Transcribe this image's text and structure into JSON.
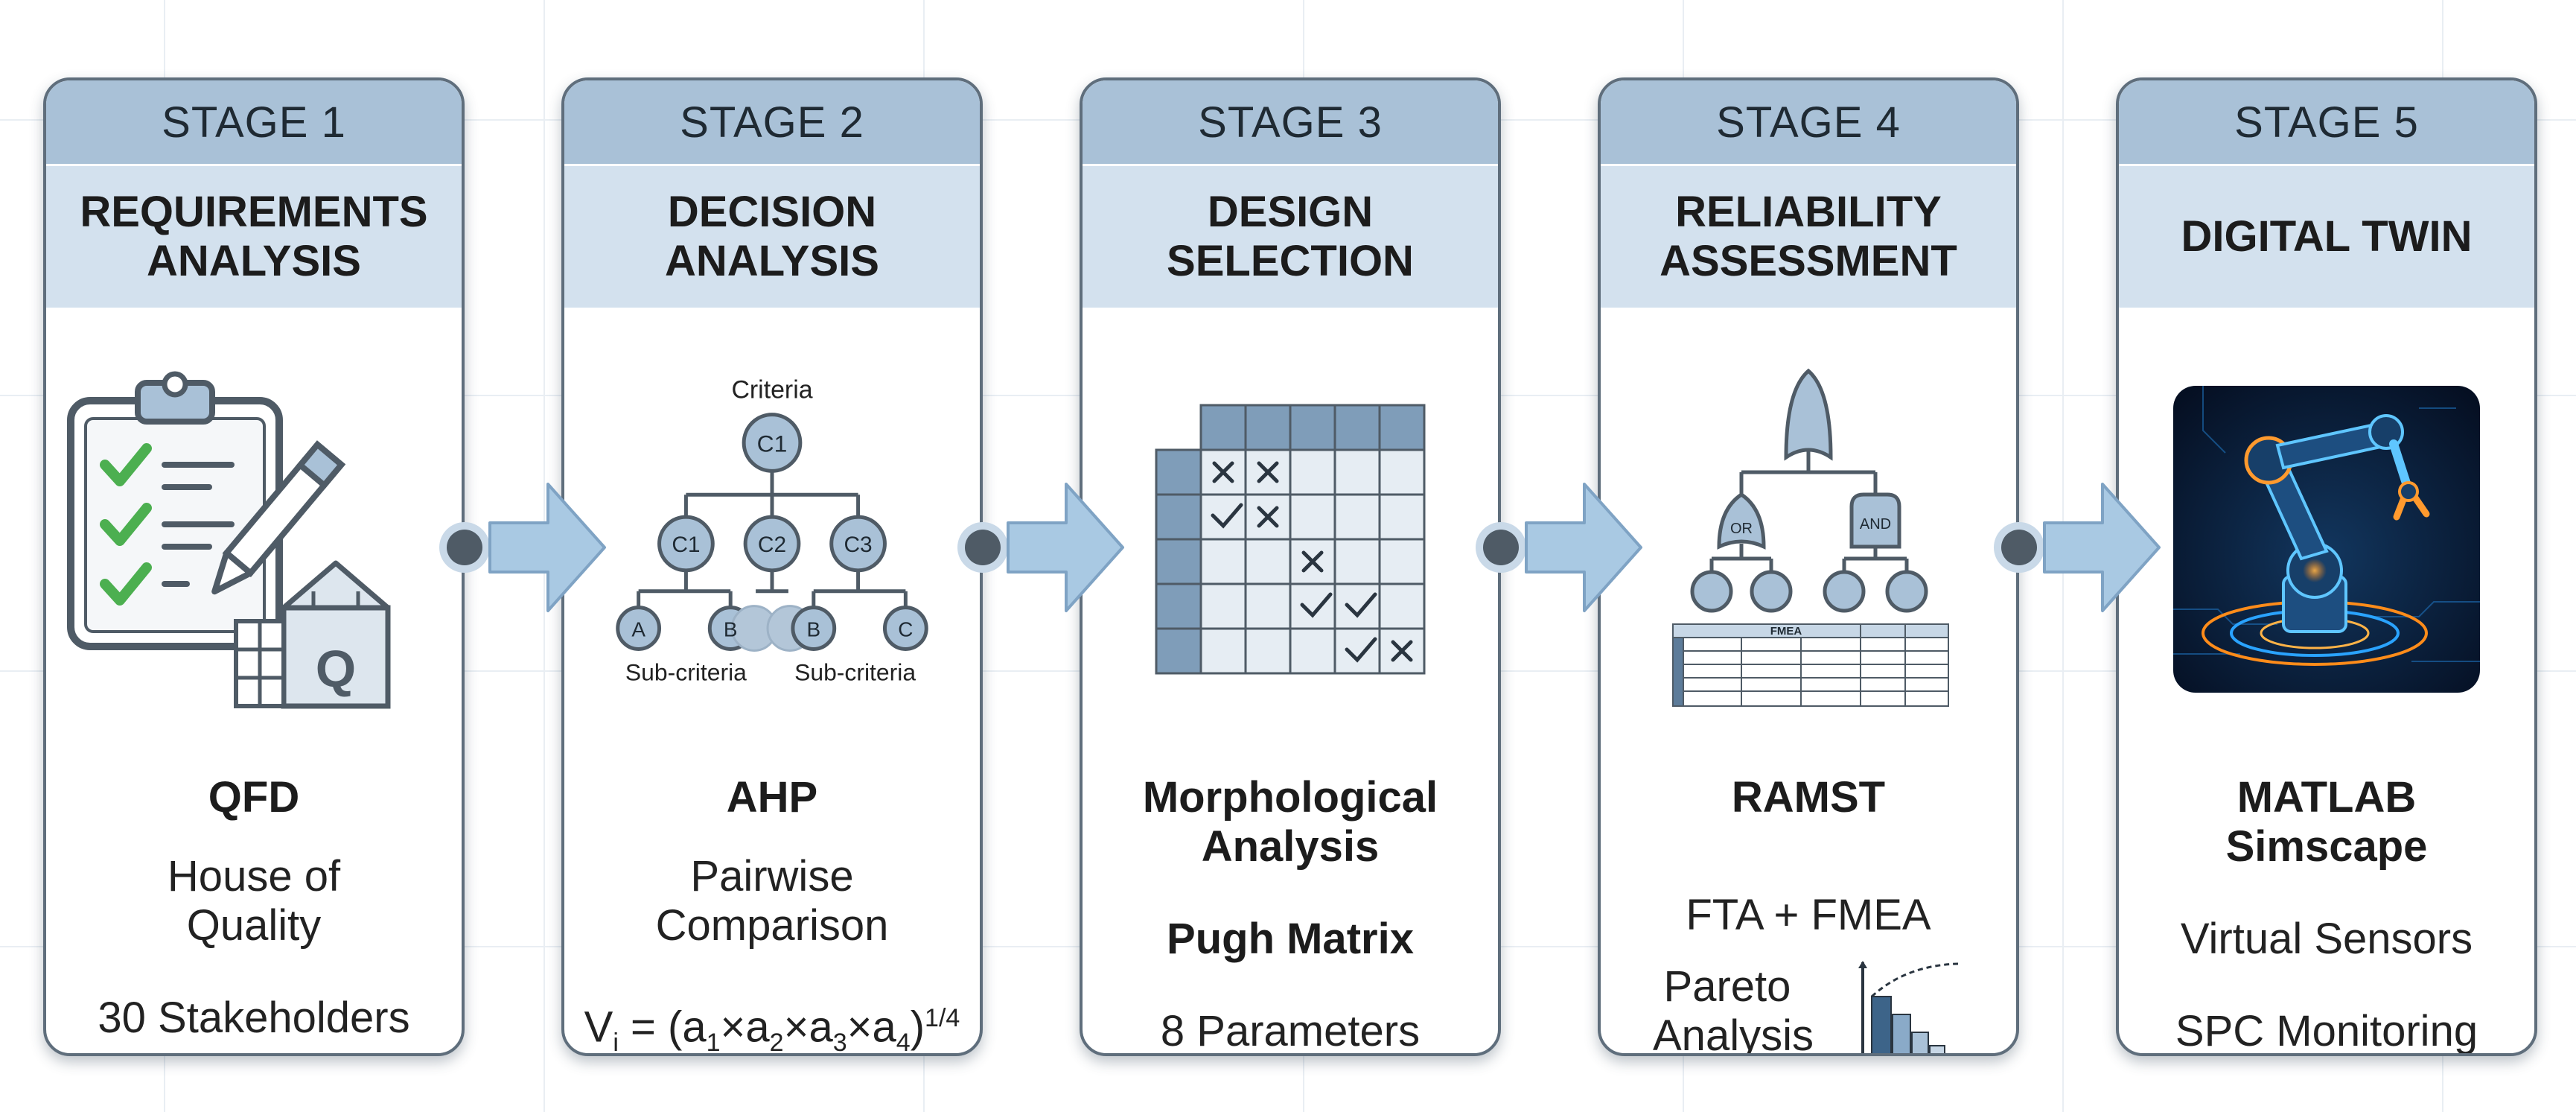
{
  "stages": [
    {
      "stage": "STAGE 1",
      "title": [
        "REQUIREMENTS",
        "ANALYSIS"
      ],
      "method": [
        "QFD"
      ],
      "desc": [
        "House of",
        "Quality"
      ],
      "extra": "30 Stakeholders",
      "icon": "clipboard-checklist-icon"
    },
    {
      "stage": "STAGE 2",
      "title": [
        "DECISION",
        "ANALYSIS"
      ],
      "method": [
        "AHP"
      ],
      "desc": [
        "Pairwise",
        "Comparison"
      ],
      "extra": "",
      "icon": "ahp-hierarchy-icon",
      "hierarchy": {
        "top_label": "Criteria",
        "root": "C1",
        "criteria": [
          "C1",
          "C2",
          "C3"
        ],
        "leaves": [
          "A",
          "B",
          "B",
          "C"
        ],
        "sub_labels": [
          "Sub-criteria",
          "Sub-criteria"
        ]
      },
      "formula": {
        "lhs": "V",
        "lhs_sub": "i",
        "eq": " = (",
        "terms": [
          {
            "v": "a",
            "s": "1"
          },
          {
            "v": "a",
            "s": "2"
          },
          {
            "v": "a",
            "s": "3"
          },
          {
            "v": "a",
            "s": "4"
          }
        ],
        "times": "×",
        "close": ")",
        "exp": "1/4"
      }
    },
    {
      "stage": "STAGE 3",
      "title": [
        "DESIGN",
        "SELECTION"
      ],
      "method": [
        "Morphological",
        "Analysis"
      ],
      "method2": "Pugh Matrix",
      "desc": [],
      "extra": "8 Parameters",
      "icon": "morphological-matrix-icon"
    },
    {
      "stage": "STAGE 4",
      "title": [
        "RELIABILITY",
        "ASSESSMENT"
      ],
      "method": [
        "RAMST"
      ],
      "desc": [
        "FTA + FMEA"
      ],
      "extra": [
        "Pareto",
        "Analysis"
      ],
      "icon": "fault-tree-icon",
      "gates": [
        "OR",
        "AND"
      ],
      "table_header": "FMEA"
    },
    {
      "stage": "STAGE 5",
      "title": [
        "DIGITAL TWIN"
      ],
      "method": [
        "MATLAB",
        "Simscape"
      ],
      "desc": [
        "Virtual Sensors"
      ],
      "extra": "SPC Monitoring",
      "icon": "robot-arm-icon"
    }
  ],
  "colors": {
    "header": "#a9c1d7",
    "title_bg": "#d3e1ee",
    "border": "#5f6e7c",
    "arrow": "#a9c9e3",
    "accent": "#4caf50"
  }
}
